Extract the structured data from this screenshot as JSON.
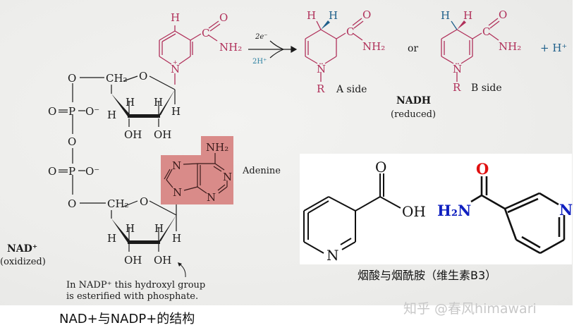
{
  "colors": {
    "ink": "#1a1a1a",
    "nicotinamide_red": "#b0305a",
    "electron_blue": "#2a7fa0",
    "hydride_blue": "#1e5f8a",
    "adenine_highlight": "#d98b89",
    "b3_oxygen_red": "#e01010",
    "b3_nitrogen_blue": "#1020c0",
    "watermark": "#c8c8c8"
  },
  "nad_oxidized": {
    "label": "NAD⁺",
    "state": "(oxidized)",
    "nicotinamide": {
      "h_top": "H",
      "carbonyl_c": "C",
      "carbonyl_o": "O",
      "amide": "NH₂",
      "ring_n": "N",
      "ring_n_charge": "+"
    },
    "ribose_top": {
      "o_ring": "O",
      "ch2": "CH₂",
      "h_labels": [
        "H",
        "H",
        "H",
        "H"
      ],
      "oh_labels": [
        "OH",
        "OH"
      ]
    },
    "phosphates": [
      {
        "o_top": "O",
        "p": "P",
        "o_double": "O",
        "o_minus": "O⁻"
      },
      {
        "o_bridge": "O",
        "p": "P",
        "o_double": "O",
        "o_minus": "O⁻",
        "o_bottom": "O"
      }
    ],
    "ribose_bottom": {
      "o_ring": "O",
      "ch2": "CH₂",
      "h_labels": [
        "H",
        "H",
        "H",
        "H"
      ],
      "oh_labels": [
        "OH",
        "OH"
      ]
    },
    "adenine": {
      "label": "Adenine",
      "nh2": "NH₂",
      "n_labels": [
        "N",
        "N",
        "N",
        "N"
      ]
    },
    "nadp_note": [
      "In NADP⁺ this hydroxyl group",
      "is esterified with phosphate."
    ]
  },
  "reaction": {
    "top_label": "2e⁻",
    "bottom_label": "2H⁺"
  },
  "nadh_reduced": {
    "label": "NADH",
    "state": "(reduced)",
    "or_text": "or",
    "plus_h": "+ H⁺",
    "a_side": {
      "h1": "H",
      "h2": "H",
      "c": "C",
      "o": "O",
      "amide": "NH₂",
      "n": "N̈",
      "r": "R",
      "label": "A side"
    },
    "b_side": {
      "h1": "H",
      "h2": "H",
      "c": "C",
      "o": "O",
      "amide": "NH₂",
      "n": "N̈",
      "r": "R",
      "label": "B side"
    }
  },
  "vitamin_b3": {
    "nicotinic_acid": {
      "o": "O",
      "oh": "OH",
      "n": "N"
    },
    "nicotinamide": {
      "o": "O",
      "amide": "H₂N",
      "n": "N"
    },
    "caption": "烟酸与烟酰胺（维生素B3）"
  },
  "captions": {
    "nad_structure": "NAD+与NADP+的结构"
  },
  "watermark": "知乎 @春风himawari"
}
